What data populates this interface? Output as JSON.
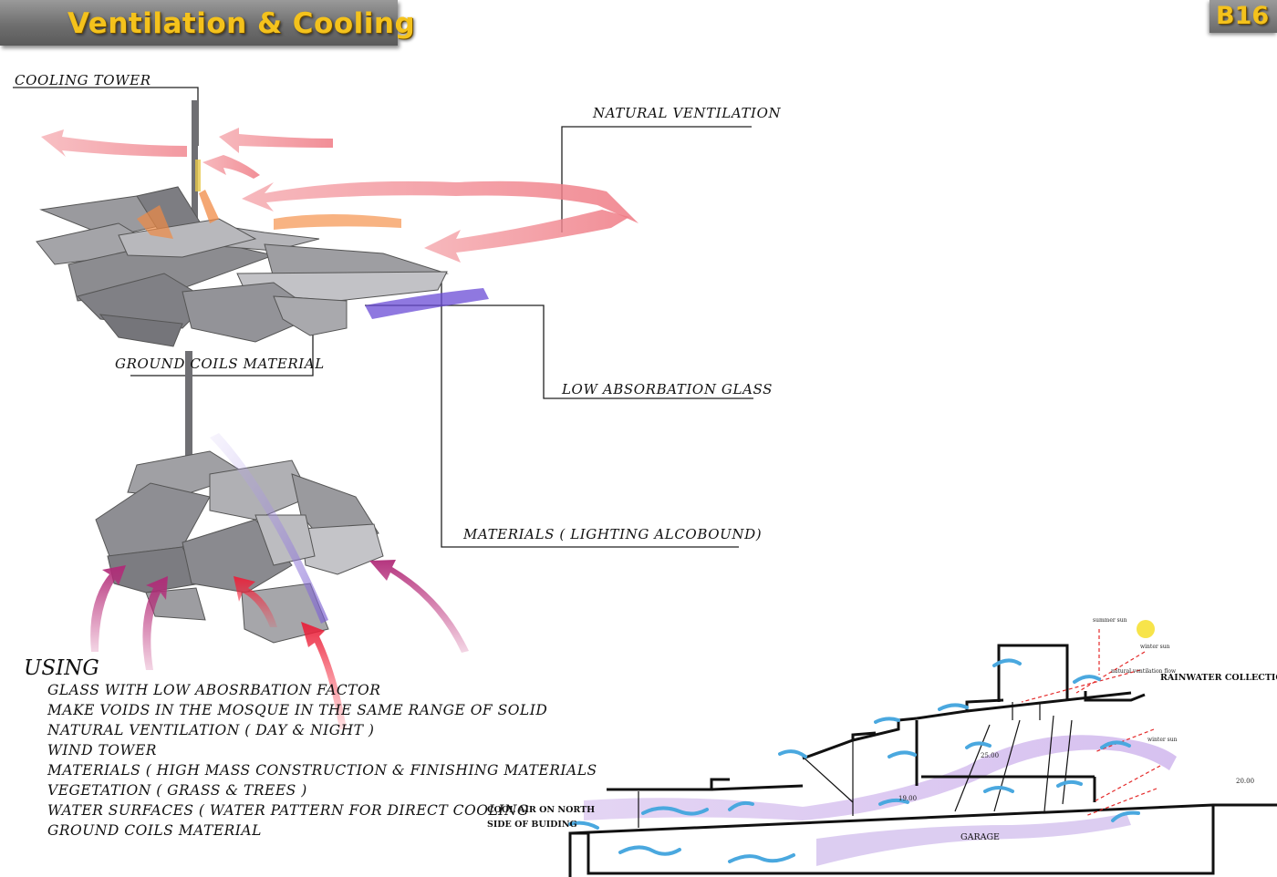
{
  "header": {
    "title": "Ventilation & Cooling",
    "sheet_code": "B16"
  },
  "labels": {
    "cooling_tower": "COOLING TOWER",
    "natural_ventilation": "NATURAL VENTILATION",
    "ground_coils": "GROUND COILS MATERIAL",
    "low_absorbation_glass": "LOW ABSORBATION GLASS",
    "materials_lighting": "MATERIALS ( LIGHTING ALCOBOUND)"
  },
  "using": {
    "heading": "USING",
    "items": [
      "GLASS WITH LOW ABOSRBATION FACTOR",
      "MAKE VOIDS IN THE MOSQUE IN THE SAME RANGE OF SOLID",
      "NATURAL VENTILATION ( DAY & NIGHT )",
      "WIND TOWER",
      "MATERIALS ( HIGH MASS CONSTRUCTION & FINISHING MATERIALS",
      "VEGETATION ( GRASS & TREES )",
      "WATER SURFACES ( WATER PATTERN FOR DIRECT COOLING",
      "GROUND COILS MATERIAL"
    ]
  },
  "section": {
    "rainwater": "RAINWATER COLLECTION",
    "cool_air_1": "COOL AIR ON NORTH",
    "cool_air_2": "SIDE OF BUIDING",
    "garage": "GARAGE",
    "summer_sun": "summer sun",
    "winter_sun": "winter sun",
    "natural_flow": "natural ventilation flow",
    "level_25": "25.00",
    "level_19": "19.00",
    "level_20": "20.00"
  },
  "colors": {
    "title_yellow": "#f4c21c",
    "warm_flow": "#f07a86",
    "cool_flow": "#4aa8df",
    "purple_flow": "#c9a8e8"
  }
}
